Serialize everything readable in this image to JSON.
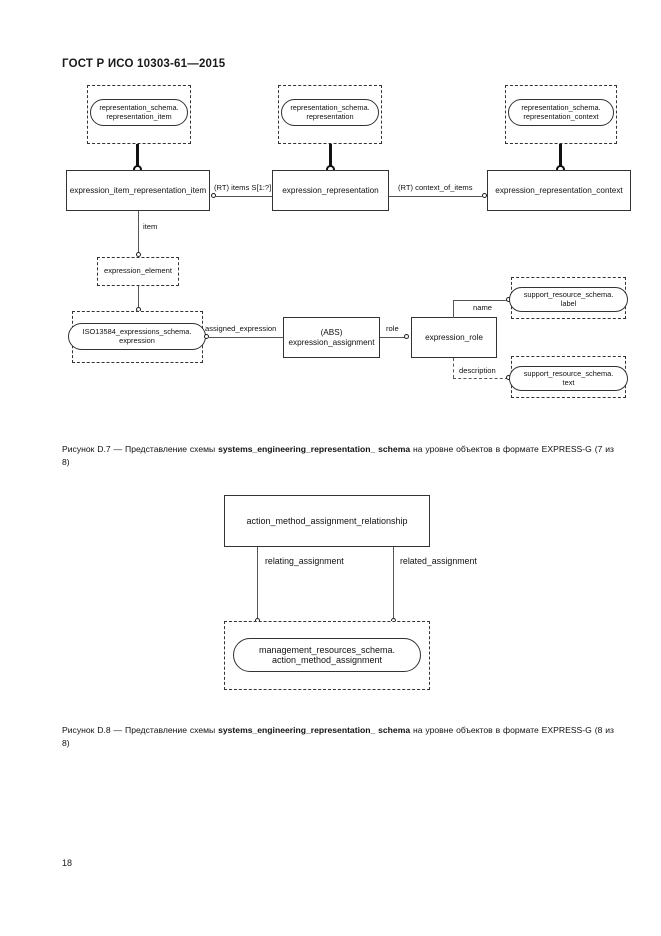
{
  "document": {
    "standard_header": "ГОСТ Р ИСО 10303-61—2015",
    "page_number": "18"
  },
  "figure_d7": {
    "nodes": {
      "representation_item_ref": "representation_schema.\nrepresentation_item",
      "representation_ref": "representation_schema.\nrepresentation",
      "representation_context_ref": "representation_schema.\nrepresentation_context",
      "expression_item_representation_item": "expression_item_representation_item",
      "expression_representation": "expression_representation",
      "expression_representation_context": "expression_representation_context",
      "expression_element": "expression_element",
      "iso13584_expression": "ISO13584_expressions_schema.\nexpression",
      "expression_assignment": "(ABS)\nexpression_assignment",
      "expression_role": "expression_role",
      "support_label": "support_resource_schema.\nlabel",
      "support_text": "support_resource_schema.\ntext"
    },
    "edge_labels": {
      "items": "(RT) items S[1:?]",
      "context_of_items": "(RT) context_of_items",
      "item": "item",
      "assigned_expression": "assigned_expression",
      "role": "role",
      "name": "name",
      "description": "description"
    },
    "caption": {
      "prefix": "Рисунок D.7 —  Представление схемы ",
      "bold": "systems_engineering_representation_ schema",
      "middle": " на уровне объектов в формате EXPRESS-G (7 ",
      "suffix": "из 8)"
    }
  },
  "figure_d8": {
    "nodes": {
      "action_method_assignment_relationship": "action_method_assignment_relationship",
      "action_method_assignment_ref": "management_resources_schema.\naction_method_assignment"
    },
    "edge_labels": {
      "relating_assignment": "relating_assignment",
      "related_assignment": "related_assignment"
    },
    "caption": {
      "prefix": "Рисунок  D.8  —   Представление  схемы  ",
      "bold": "systems_engineering_representation_  schema",
      "middle": "  на  уровне  объектов  в формате EXPRESS-G (8 ",
      "suffix": "из 8)"
    }
  }
}
